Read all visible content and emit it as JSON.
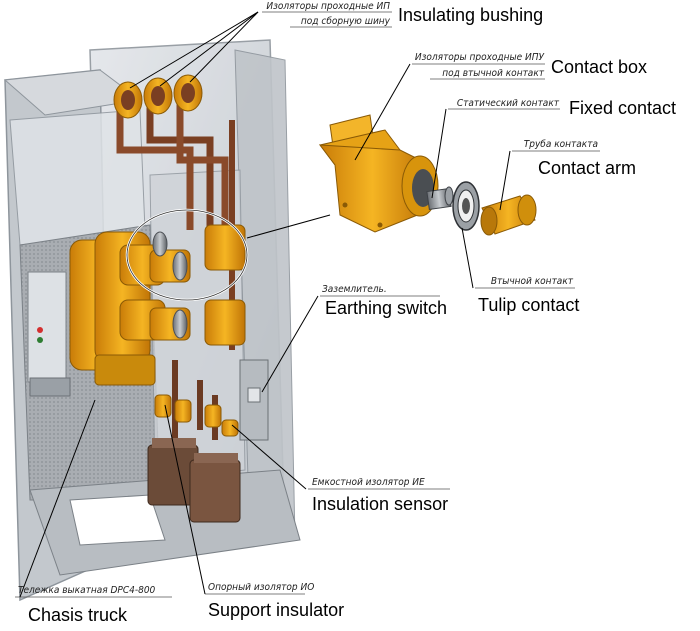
{
  "labels": {
    "insulating_bushing": {
      "ru_line1": "Изоляторы проходные ИП",
      "ru_line2": "под сборную шину",
      "en": "Insulating bushing"
    },
    "contact_box": {
      "ru_line1": "Изоляторы проходные ИПУ",
      "ru_line2": "под втычной контакт",
      "en": "Contact box"
    },
    "fixed_contact": {
      "ru": "Статический контакт",
      "en": "Fixed contact"
    },
    "contact_arm": {
      "ru": "Труба контакта",
      "en": "Contact arm"
    },
    "earthing_switch": {
      "ru": "Заземлитель.",
      "en": "Earthing switch"
    },
    "tulip_contact": {
      "ru": "Втычной контакт",
      "en": "Tulip contact"
    },
    "insulation_sensor": {
      "ru": "Емкостной изолятор ИЕ",
      "en": "Insulation sensor"
    },
    "chasis_truck": {
      "ru": "Тележка выкатная DPC4-800",
      "en": "Chasis truck"
    },
    "support_insulator": {
      "ru": "Опорный изолятор ИО",
      "en": "Support insulator"
    }
  },
  "colors": {
    "insulator_yellow": "#e8a318",
    "panel_glass": "#c9ced4",
    "busbar_copper": "#8a4a2a",
    "frame_grey": "#9aa0a6"
  }
}
